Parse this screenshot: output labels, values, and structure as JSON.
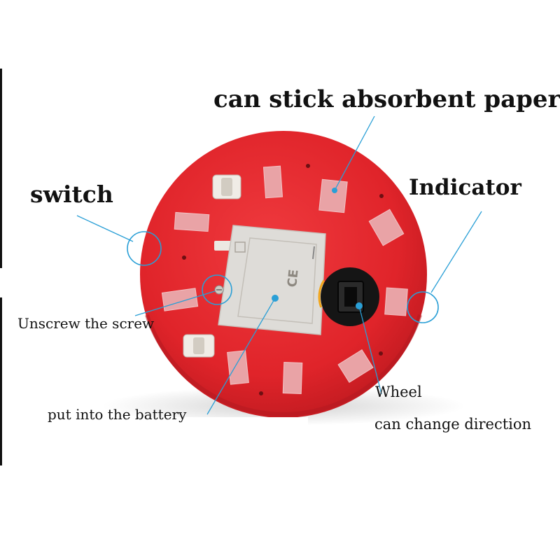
{
  "labels": {
    "absorbent_paper": "can stick absorbent paper",
    "switch": "switch",
    "indicator": "Indicator",
    "unscrew": "Unscrew the screw",
    "battery": "put into the battery",
    "wheel": "Wheel",
    "direction": "can change direction"
  },
  "battery_cover_marks": "CE",
  "colors": {
    "body": "#e8262b",
    "body_shadow": "#c71c22",
    "pads": "#e9a3a6",
    "cover": "#dedcd8",
    "wheel": "#151515",
    "callout": "#2a9fd6",
    "text": "#111111",
    "background": "#ffffff"
  },
  "icons": [
    "pointer-circle-icon",
    "pointer-dot-icon",
    "screw-icon",
    "caster-icon"
  ]
}
